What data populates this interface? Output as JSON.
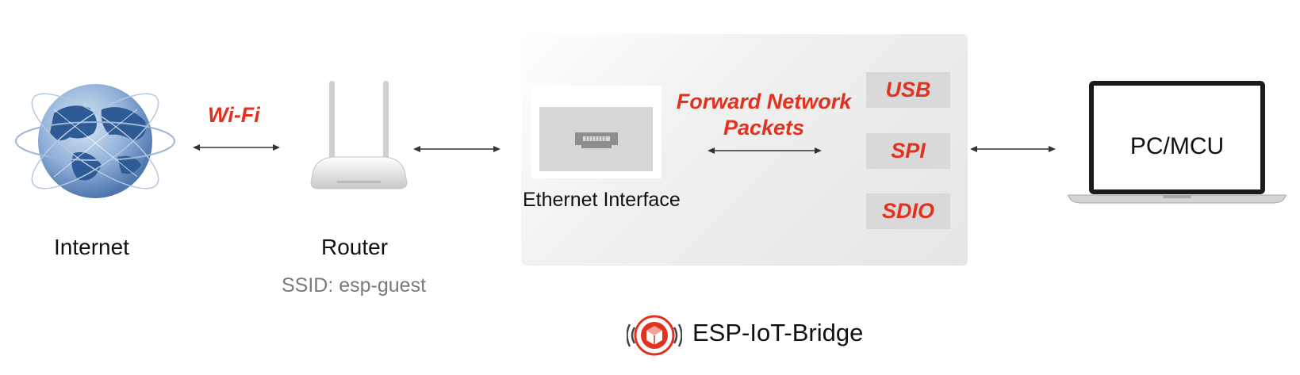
{
  "nodes": {
    "internet": "Internet",
    "router": "Router",
    "ssid": "SSID: esp-guest",
    "ethernet": "Ethernet Interface",
    "pc": "PC/MCU"
  },
  "links": {
    "wifi": "Wi-Fi",
    "forward_line1": "Forward Network",
    "forward_line2": "Packets"
  },
  "interfaces": [
    "USB",
    "SPI",
    "SDIO"
  ],
  "brand": {
    "name": "ESP-IoT-Bridge",
    "logo_color": "#e0321e"
  },
  "colors": {
    "accent_red": "#e0321e",
    "panel_gray": "#ececec",
    "box_gray": "#d9d9d9"
  }
}
